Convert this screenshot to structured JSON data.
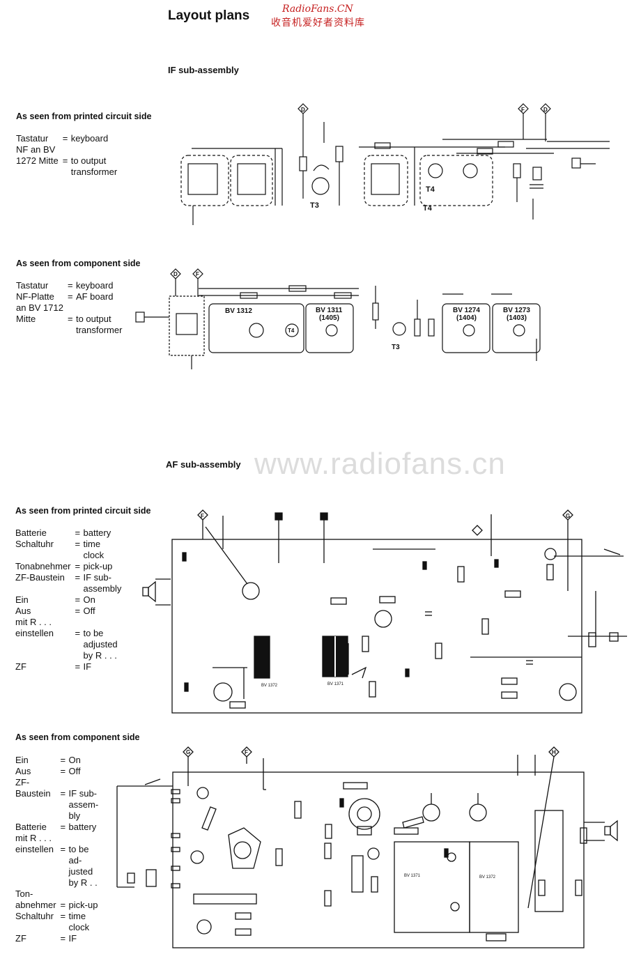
{
  "header": {
    "title": "Layout plans",
    "brand_latin": "RadioFans.CN",
    "brand_cjk": "收音机爱好者资料库"
  },
  "watermark": "www.radiofans.cn",
  "if_assembly": {
    "title": "IF sub-assembly",
    "printed": {
      "heading": "As seen from printed circuit side",
      "legend": [
        {
          "term": "Tastatur",
          "val": "keyboard"
        },
        {
          "term": "NF an BV\n1272 Mitte",
          "val": "to output\ntransformer"
        }
      ],
      "labels": {
        "t3": "T3",
        "t4a": "T4",
        "t4b": "T4",
        "node_d1": "D",
        "node_f": "F",
        "node_d2": "D"
      }
    },
    "component": {
      "heading": "As seen from component side",
      "legend": [
        {
          "term": "Tastatur",
          "val": "keyboard"
        },
        {
          "term": "NF-Platte",
          "val": "AF board"
        },
        {
          "term": "an BV 1712\nMitte",
          "val": "to output\ntransformer"
        }
      ],
      "labels": {
        "bv1312": "BV 1312",
        "bv1311": "BV 1311",
        "bv1311b": "(1405)",
        "bv1274": "BV 1274",
        "bv1274b": "(1404)",
        "bv1273": "BV 1273",
        "bv1273b": "(1403)",
        "t3": "T3",
        "t4": "T4",
        "node_d": "D",
        "node_f": "F"
      }
    }
  },
  "af_assembly": {
    "title": "AF sub-assembly",
    "printed": {
      "heading": "As seen from printed circuit side",
      "legend": [
        {
          "term": "Batterie",
          "val": "battery"
        },
        {
          "term": "Schaltuhr",
          "val": "time\nclock"
        },
        {
          "term": "Tonabnehmer",
          "val": "pick-up"
        },
        {
          "term": "ZF-Baustein",
          "val": "IF sub-\nassembly"
        },
        {
          "term": "Ein",
          "val": "On"
        },
        {
          "term": "Aus",
          "val": "Off"
        },
        {
          "term": "mit R . . .\neinstellen",
          "val": "to be\nadjusted\nby R . . ."
        },
        {
          "term": "ZF",
          "val": "IF"
        }
      ],
      "labels": {
        "node_f": "F",
        "node_g": "G",
        "bv1371": "BV 1371",
        "bv1372": "BV 1372"
      }
    },
    "component": {
      "heading": "As seen from component side",
      "legend": [
        {
          "term": "Ein",
          "val": "On"
        },
        {
          "term": "Aus",
          "val": "Off"
        },
        {
          "term": "ZF-\nBaustein",
          "val": "IF sub-\nassem-\nbly"
        },
        {
          "term": "Batterie",
          "val": "battery"
        },
        {
          "term": "mit R . . .\neinstellen",
          "val": "to be\nad-\njusted\nby R . ."
        },
        {
          "term": "Ton-\nabnehmer",
          "val": "pick-up"
        },
        {
          "term": "Schaltuhr",
          "val": "time\nclock"
        },
        {
          "term": "ZF",
          "val": "IF"
        }
      ],
      "labels": {
        "node_g": "G",
        "node_f": "F",
        "node_h": "H",
        "bv1371": "BV 1371",
        "bv1372": "BV 1372"
      }
    }
  }
}
